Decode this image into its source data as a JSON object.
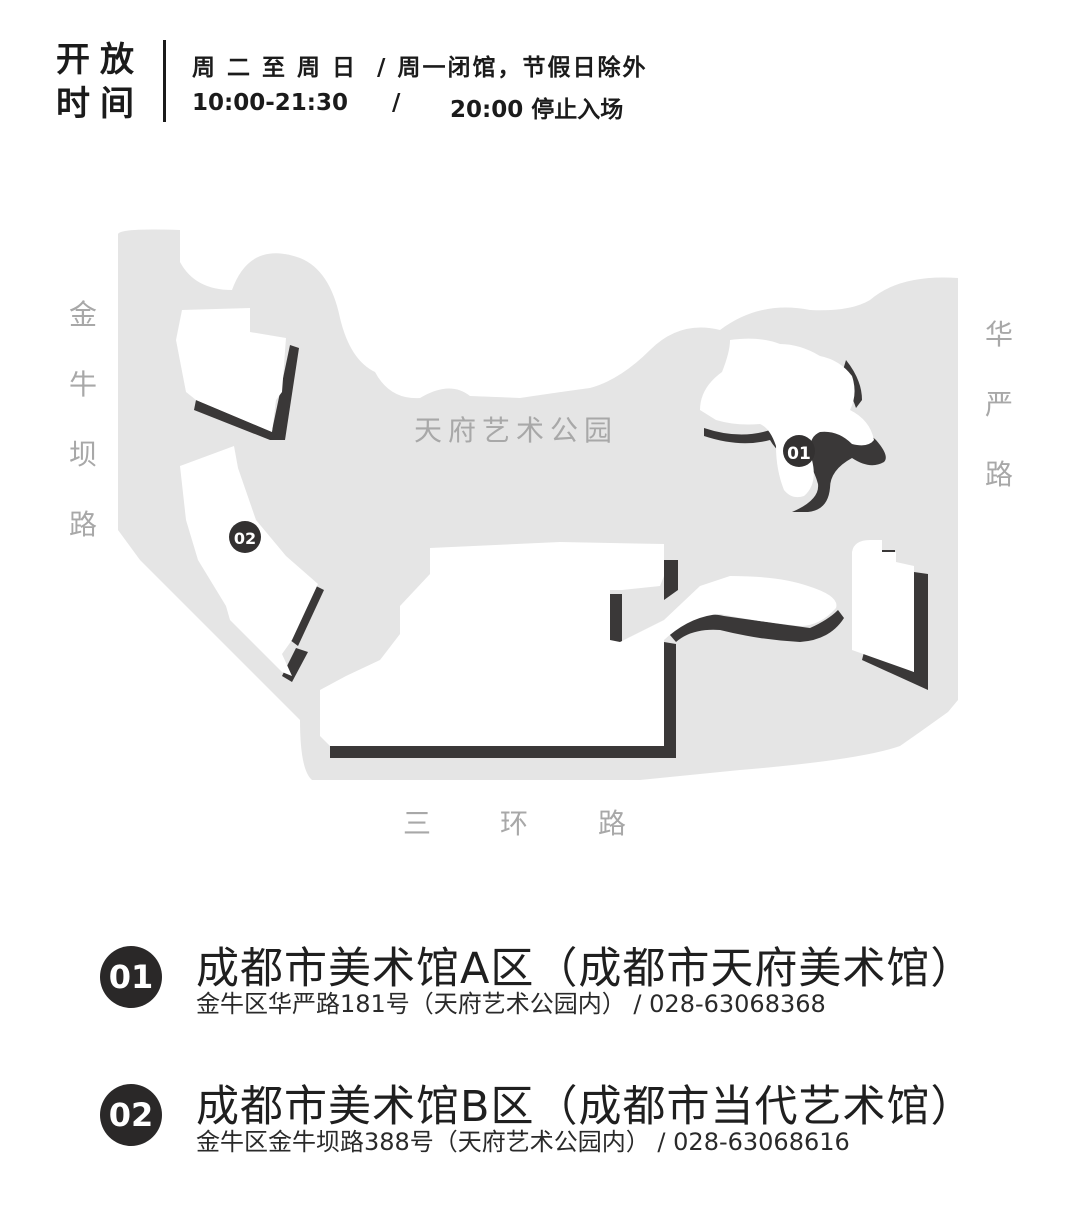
{
  "header": {
    "title_line1": "开放",
    "title_line2": "时间",
    "days": "周 二 至 周 日  / 周一闭馆，节假日除外",
    "hours": "10:00-21:30",
    "separator": "/",
    "last_entry": "20:00 停止入场"
  },
  "map": {
    "park_label": "天府艺术公园",
    "streets": {
      "west": "金牛坝路",
      "east": "华严路",
      "south": [
        "三",
        "环",
        "路"
      ]
    },
    "markers": [
      "01",
      "02"
    ],
    "colors": {
      "land": "#e5e5e5",
      "building": "#ffffff",
      "shadow": "#3a3838"
    }
  },
  "museums": [
    {
      "badge": "01",
      "name": "成都市美术馆A区（成都市天府美术馆）",
      "address": "金牛区华严路181号（天府艺术公园内） / 028-63068368"
    },
    {
      "badge": "02",
      "name": "成都市美术馆B区（成都市当代艺术馆）",
      "address": "金牛区金牛坝路388号（天府艺术公园内） / 028-63068616"
    }
  ]
}
